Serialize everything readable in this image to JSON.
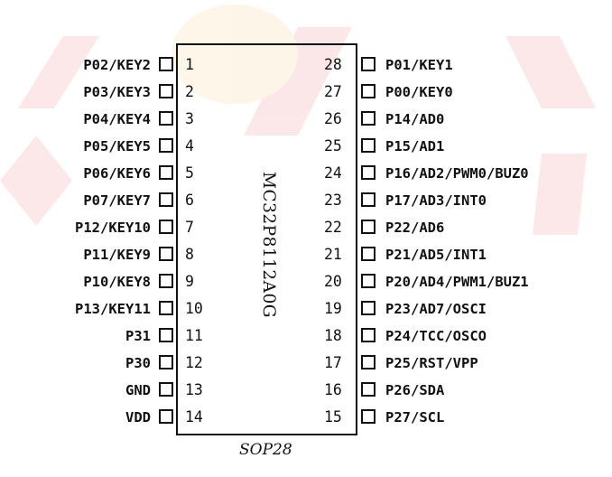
{
  "chip": {
    "part_number": "MC32P8112A0G",
    "package": "SOP28"
  },
  "colors": {
    "watermark": "#e8202a",
    "watermark_orange": "#f5a623",
    "ink": "#111111"
  },
  "left_pins": [
    {
      "num": "1",
      "label": "P02/KEY2"
    },
    {
      "num": "2",
      "label": "P03/KEY3"
    },
    {
      "num": "3",
      "label": "P04/KEY4"
    },
    {
      "num": "4",
      "label": "P05/KEY5"
    },
    {
      "num": "5",
      "label": "P06/KEY6"
    },
    {
      "num": "6",
      "label": "P07/KEY7"
    },
    {
      "num": "7",
      "label": "P12/KEY10"
    },
    {
      "num": "8",
      "label": "P11/KEY9"
    },
    {
      "num": "9",
      "label": "P10/KEY8"
    },
    {
      "num": "10",
      "label": "P13/KEY11"
    },
    {
      "num": "11",
      "label": "P31"
    },
    {
      "num": "12",
      "label": "P30"
    },
    {
      "num": "13",
      "label": "GND"
    },
    {
      "num": "14",
      "label": "VDD"
    }
  ],
  "right_pins": [
    {
      "num": "28",
      "label": "P01/KEY1"
    },
    {
      "num": "27",
      "label": "P00/KEY0"
    },
    {
      "num": "26",
      "label": "P14/AD0"
    },
    {
      "num": "25",
      "label": "P15/AD1"
    },
    {
      "num": "24",
      "label": "P16/AD2/PWM0/BUZ0"
    },
    {
      "num": "23",
      "label": "P17/AD3/INT0"
    },
    {
      "num": "22",
      "label": "P22/AD6"
    },
    {
      "num": "21",
      "label": "P21/AD5/INT1"
    },
    {
      "num": "20",
      "label": "P20/AD4/PWM1/BUZ1"
    },
    {
      "num": "19",
      "label": "P23/AD7/OSCI"
    },
    {
      "num": "18",
      "label": "P24/TCC/OSCO"
    },
    {
      "num": "17",
      "label": "P25/RST/VPP"
    },
    {
      "num": "16",
      "label": "P26/SDA"
    },
    {
      "num": "15",
      "label": "P27/SCL"
    }
  ]
}
